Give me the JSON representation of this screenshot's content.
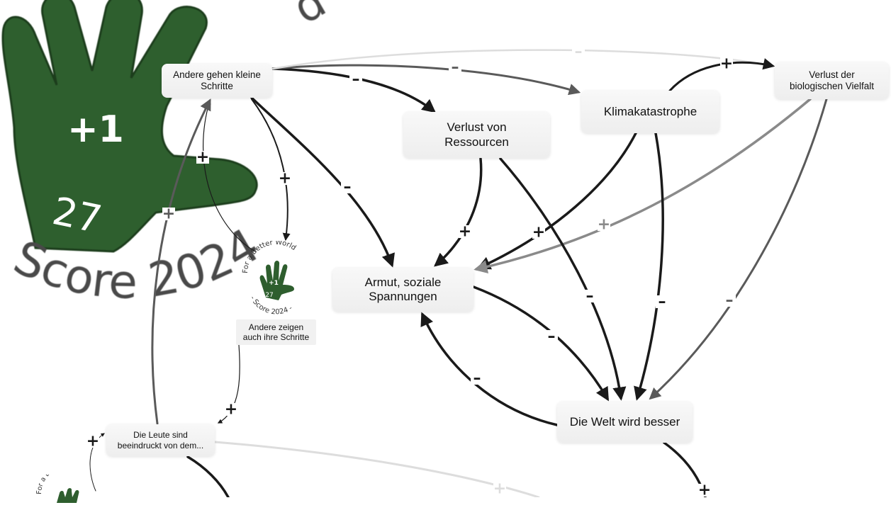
{
  "colors": {
    "hand_green": "#2e5e2e",
    "edge_dark": "#1a1a1a",
    "edge_mid": "#5a5a5a",
    "edge_light": "#8a8a8a",
    "edge_faint": "#dddddd",
    "node_bg": "#f2f2f2"
  },
  "watermark": {
    "plus_one": "+1",
    "count": "27",
    "score_text": "Score 2024",
    "top_fragment": "d"
  },
  "badge": {
    "arc_text": "For a Better World",
    "plus_one": "+1",
    "count": "27",
    "score_text": "- Score 2024 -",
    "icon": "hand-icon"
  },
  "nodes": {
    "others_small_steps": "Andere gehen kleine Schritte",
    "loss_resources_line1": "Verlust von",
    "loss_resources_line2": "Ressourcen",
    "climate": "Klimakatastrophe",
    "biodiversity_line1": "Verlust der",
    "biodiversity_line2": "biologischen Vielfalt",
    "poverty_line1": "Armut, soziale",
    "poverty_line2": "Spannungen",
    "world_better": "Die Welt wird besser",
    "others_show_line1": "Andere zeigen",
    "others_show_line2": "auch ihre Schritte",
    "people_impressed_line1": "Die Leute sind",
    "people_impressed_line2": "beeindruckt von dem..."
  },
  "polarity": {
    "plus": "+",
    "minus": "–"
  }
}
